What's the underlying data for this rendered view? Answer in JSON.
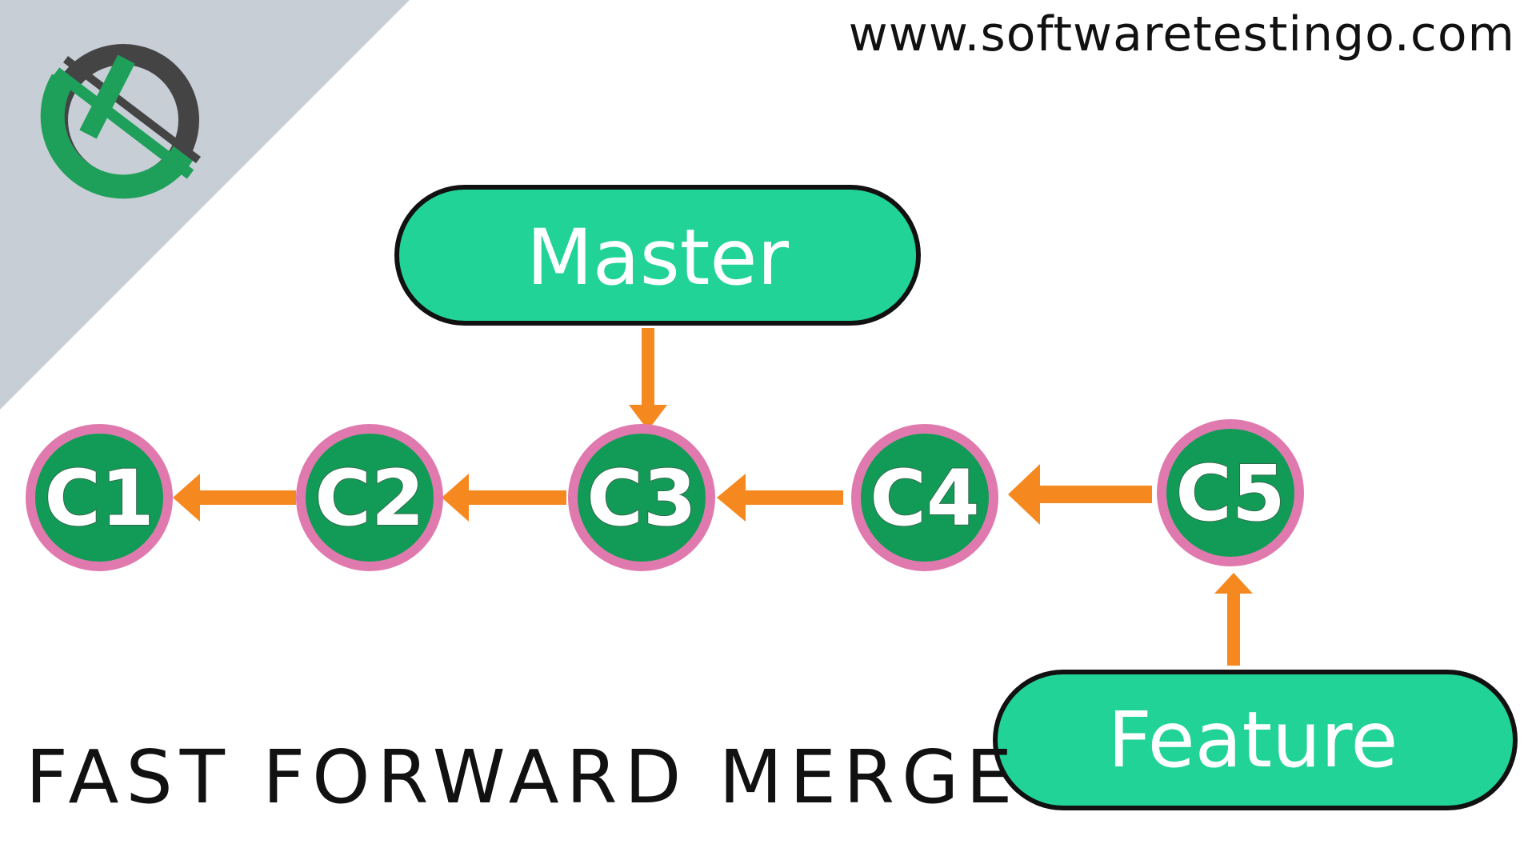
{
  "site": {
    "url": "www.softwaretestingo.com"
  },
  "title": "FAST FORWARD MERGE",
  "branches": [
    {
      "id": "master",
      "label": "Master",
      "points_to": "C3"
    },
    {
      "id": "feature",
      "label": "Feature",
      "points_to": "C5"
    }
  ],
  "commits": [
    {
      "id": "C1",
      "label": "C1"
    },
    {
      "id": "C2",
      "label": "C2",
      "parent": "C1"
    },
    {
      "id": "C3",
      "label": "C3",
      "parent": "C2"
    },
    {
      "id": "C4",
      "label": "C4",
      "parent": "C3"
    },
    {
      "id": "C5",
      "label": "C5",
      "parent": "C4"
    }
  ],
  "colors": {
    "corner_bg": "#c8ced6",
    "pill_fill": "#22d397",
    "pill_border": "#111111",
    "commit_fill": "#129b57",
    "commit_ring": "#e07aae",
    "arrow": "#f5891f",
    "logo_green": "#1ea05a",
    "logo_dark": "#444444"
  },
  "icons": {
    "logo": "softwaretestingo-logo"
  }
}
